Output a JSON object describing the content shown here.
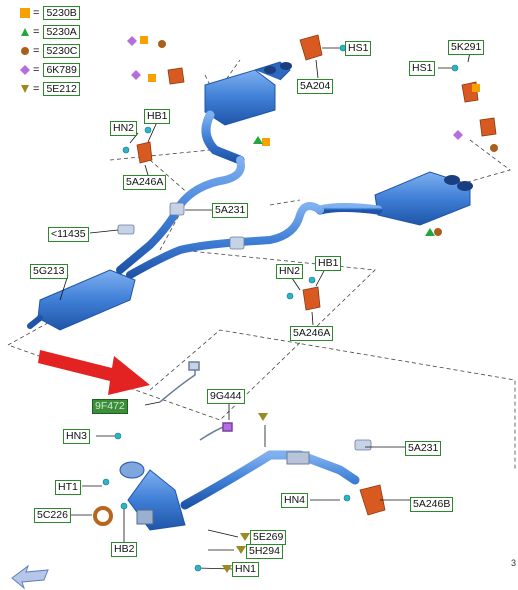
{
  "legend": [
    {
      "code": "5230B",
      "symbol": "square",
      "color": "#f5a100"
    },
    {
      "code": "5230A",
      "symbol": "triangle",
      "color": "#23a63a"
    },
    {
      "code": "5230C",
      "symbol": "circle",
      "color": "#a8601c"
    },
    {
      "code": "6K789",
      "symbol": "diamond",
      "color": "#b46ee0"
    },
    {
      "code": "5E212",
      "symbol": "triangle-down",
      "color": "#9b8a20"
    }
  ],
  "labels": {
    "hs1": "HS1",
    "a204": "5A204",
    "k291": "5K291",
    "hs1_right": "HS1",
    "hb1_left": "HB1",
    "hn2_left": "HN2",
    "a246a_left": "5A246A",
    "a231_top": "5A231",
    "l11435": "<11435",
    "g213": "5G213",
    "hn2_right": "HN2",
    "hb1_right": "HB1",
    "a246a_right": "5A246A",
    "f472": "9F472",
    "g444": "9G444",
    "hn3": "HN3",
    "a231_bottom": "5A231",
    "ht1": "HT1",
    "hn4": "HN4",
    "a246b": "5A246B",
    "c226": "5C226",
    "hb2": "HB2",
    "e269": "5E269",
    "h294": "5H294",
    "hn1": "HN1"
  },
  "page_number": "3",
  "colors": {
    "pipe": "#3f7fd6",
    "pipe_dark": "#1f55a8",
    "orange_part": "#d95a20",
    "label_border": "#2a8a2a",
    "arrow": "#e32222"
  }
}
